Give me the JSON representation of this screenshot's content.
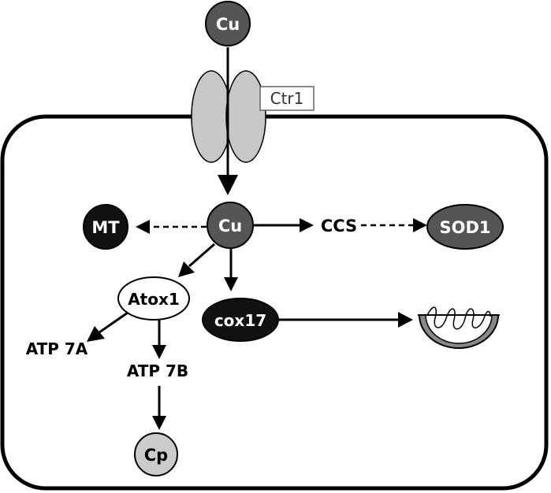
{
  "nodes": {
    "cu_outside": "Cu",
    "ctr1": "Ctr1",
    "cu_inside": "Cu",
    "mt": "MT",
    "ccs": "CCS",
    "sod1": "SOD1",
    "atox1": "Atox1",
    "cox17": "cox17",
    "atp7a": "ATP 7A",
    "atp7b": "ATP 7B",
    "cp": "Cp"
  },
  "colors": {
    "dark_node": "#555555",
    "black_node": "#111111",
    "light_node": "#cccccc",
    "channel": "#c8c8c8",
    "stroke": "#000000"
  }
}
